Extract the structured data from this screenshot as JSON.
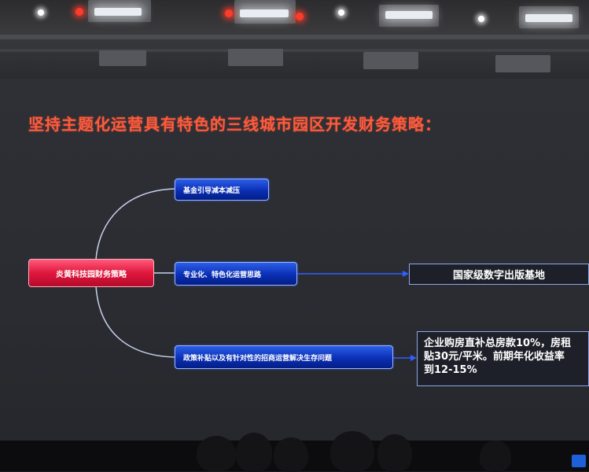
{
  "slide": {
    "title": "坚持主题化运营具有特色的三线城市园区开发财务策略：",
    "root_node": "炎黄科技园财务策略",
    "branches": [
      "基金引导减本减压",
      "专业化、特色化运营思路",
      "政策补贴以及有针对性的招商运营解决生存问题"
    ],
    "results": [
      "国家级数字出版基地",
      "企业购房直补总房款10%，房租\n贴30元/平米。前期年化收益率\n到12-15%"
    ],
    "nav_arrows": "◀ ▶"
  },
  "colors": {
    "title": "#ff5a3c",
    "root_node": "#e0173d",
    "branch_node": "#0a2fb5",
    "connector": "#c8d2ea",
    "arrow": "#2f5fff"
  },
  "icons": [
    "slide-nav-arrows-icon",
    "app-logo-icon"
  ]
}
